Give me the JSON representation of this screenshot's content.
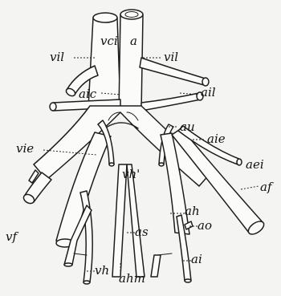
{
  "figure": {
    "labels": {
      "vci": "vci",
      "a": "a",
      "vil_left": "vil",
      "vil_right": "vil",
      "aic": "aic",
      "ail": "ail",
      "au": "au",
      "aie": "aie",
      "vie": "vie",
      "aei": "aei",
      "vh_prime": "vh'",
      "ah": "ah",
      "af": "af",
      "vf": "vf",
      "ao": "ao",
      "as": "as",
      "ai": "ai",
      "vh": "vh",
      "ahm": "ahm"
    }
  }
}
